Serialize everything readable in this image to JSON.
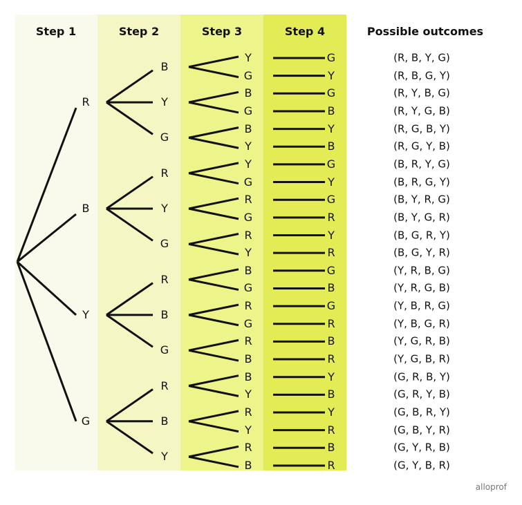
{
  "headers": {
    "step1": "Step 1",
    "step2": "Step 2",
    "step3": "Step 3",
    "step4": "Step 4",
    "outcomes": "Possible outcomes"
  },
  "colors": {
    "step1_bg": "#f9faec",
    "step2_bg": "#f4f6c3",
    "step3_bg": "#ecf48a",
    "step4_bg": "#e3ec55",
    "line": "#111111"
  },
  "step1": [
    "R",
    "B",
    "Y",
    "G"
  ],
  "step2": [
    "B",
    "Y",
    "G",
    "R",
    "Y",
    "G",
    "R",
    "B",
    "G",
    "R",
    "B",
    "Y"
  ],
  "step3": [
    "Y",
    "G",
    "B",
    "G",
    "B",
    "Y",
    "Y",
    "G",
    "R",
    "G",
    "R",
    "Y",
    "B",
    "G",
    "R",
    "G",
    "R",
    "B",
    "B",
    "Y",
    "R",
    "Y",
    "R",
    "B"
  ],
  "step4": [
    "G",
    "Y",
    "G",
    "B",
    "Y",
    "B",
    "G",
    "Y",
    "G",
    "R",
    "Y",
    "R",
    "G",
    "B",
    "G",
    "R",
    "B",
    "R",
    "Y",
    "B",
    "Y",
    "R",
    "B",
    "R"
  ],
  "outcomes": [
    "(R, B, Y, G)",
    "(R, B, G, Y)",
    "(R, Y, B, G)",
    "(R, Y, G, B)",
    "(R, G, B, Y)",
    "(R, G, Y, B)",
    "(B, R, Y, G)",
    "(B, R, G, Y)",
    "(B, Y, R, G)",
    "(B, Y, G, R)",
    "(B, G, R, Y)",
    "(B, G, Y, R)",
    "(Y, R, B, G)",
    "(Y, R, G, B)",
    "(Y, B, R, G)",
    "(Y, B, G, R)",
    "(Y, G, R, B)",
    "(Y, G, B, R)",
    "(G, R, B, Y)",
    "(G, R, Y, B)",
    "(G, B, R, Y)",
    "(G, B, Y, R)",
    "(G, Y, R, B)",
    "(G, Y, B, R)"
  ],
  "brand": "alloprof"
}
